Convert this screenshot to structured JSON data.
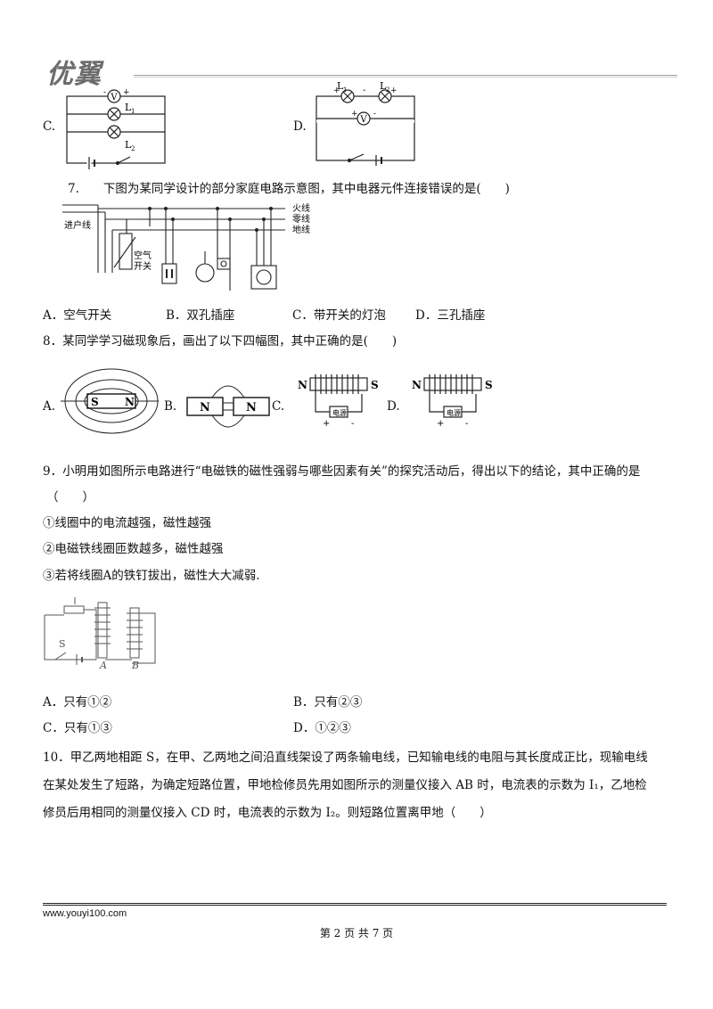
{
  "header": {
    "logo": "优翼"
  },
  "q6": {
    "optC": "C.",
    "optD": "D.",
    "c_labels": {
      "L1": "L",
      "L1_sub": "1",
      "L2": "L",
      "L2_sub": "2",
      "V": "V",
      "plus": "+",
      "minus": "-"
    },
    "d_labels": {
      "L1": "L",
      "L1_sub": "1",
      "L2": "L",
      "L2_sub": "2",
      "V": "V",
      "plus": "+",
      "minus": "-"
    }
  },
  "q7": {
    "stem": "7.  下图为某同学设计的部分家庭电路示意图，其中电器元件连接错误的是(  )",
    "diagram": {
      "fire": "火线",
      "zero": "零线",
      "ground": "地线",
      "entry": "进户线",
      "switch1": "空气",
      "switch2": "开关"
    },
    "options": [
      "A．空气开关",
      "B．双孔插座",
      "C．带开关的灯泡",
      "D．三孔插座"
    ]
  },
  "q8": {
    "stem": "8．某同学学习磁现象后，画出了以下四幅图，其中正确的是(  )",
    "labels": [
      "A.",
      "B.",
      "C.",
      "D."
    ],
    "diagram": {
      "S": "S",
      "N": "N",
      "power": "电源",
      "plus": "+",
      "minus": "-"
    }
  },
  "q9": {
    "stem": "9．小明用如图所示电路进行“电磁铁的磁性强弱与哪些因素有关”的探究活动后，得出以下的结论，其中正确的是",
    "paren": "（  ）",
    "items": [
      "①线圈中的电流越强，磁性越强",
      "②电磁铁线圈匝数越多，磁性越强",
      "③若将线圈A的铁钉拔出，磁性大大减弱."
    ],
    "diagram": {
      "S": "S",
      "A": "A",
      "B": "B"
    },
    "options": [
      "A．只有①②",
      "B．只有②③",
      "C．只有①③",
      "D．①②③"
    ]
  },
  "q10": {
    "line1": "10．甲乙两地相距 S，在甲、乙两地之间沿直线架设了两条输电线，已知输电线的电阻与其长度成正比，现输电线",
    "line2": "在某处发生了短路，为确定短路位置，甲地检修员先用如图所示的测量仪接入 AB 时，电流表的示数为 I₁，乙地检",
    "line3": "修员后用相同的测量仪接入 CD 时，电流表的示数为 I₂。则短路位置离甲地（  ）"
  },
  "footer": {
    "url": "www.youyi100.com",
    "page": "第 2 页 共 7 页"
  }
}
